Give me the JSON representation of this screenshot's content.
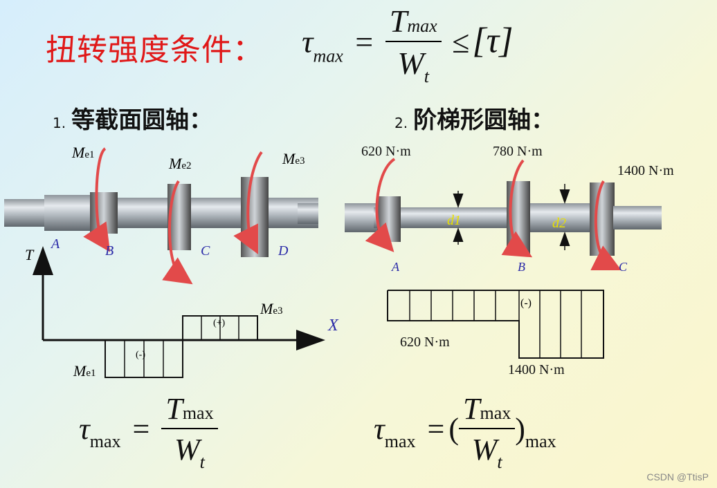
{
  "title": {
    "condition_text": "扭转强度条件：",
    "formula": {
      "lhs": "τ",
      "lhs_sub": "max",
      "eq": "=",
      "num": "T",
      "num_sub": "max",
      "den": "W",
      "den_sub": "t",
      "rel": "≤",
      "rhs": "[τ]"
    }
  },
  "section1": {
    "number": "1.",
    "heading": "等截面圆轴：",
    "shaft_labels": {
      "me1": "M",
      "me1_sub": "e1",
      "me2": "M",
      "me2_sub": "e2",
      "me3": "M",
      "me3_sub": "e3",
      "A": "A",
      "B": "B",
      "C": "C",
      "D": "D"
    },
    "diagram": {
      "t_axis": "T",
      "x_axis": "X",
      "neg": "(-)",
      "pos": "(+)",
      "me1": "M",
      "me1_sub": "e1",
      "me3": "M",
      "me3_sub": "e3"
    },
    "formula": {
      "lhs": "τ",
      "lhs_sub": "max",
      "eq": "=",
      "num": "T",
      "num_sub": "max",
      "den": "W",
      "den_sub": "t"
    }
  },
  "section2": {
    "number": "2.",
    "heading": "阶梯形圆轴：",
    "shaft_labels": {
      "mA": "620 N·m",
      "mB": "780 N·m",
      "mC": "1400 N·m",
      "d1": "d1",
      "d2": "d2",
      "A": "A",
      "B": "B",
      "C": "C"
    },
    "diagram": {
      "neg": "(-)",
      "low": "620 N·m",
      "high": "1400 N·m"
    },
    "formula": {
      "lhs": "τ",
      "lhs_sub": "max",
      "eq": "=",
      "lp": "(",
      "num": "T",
      "num_sub": "max",
      "den": "W",
      "den_sub": "t",
      "rp": ")",
      "rp_sub": "max"
    }
  },
  "watermark": "CSDN @TtisP"
}
